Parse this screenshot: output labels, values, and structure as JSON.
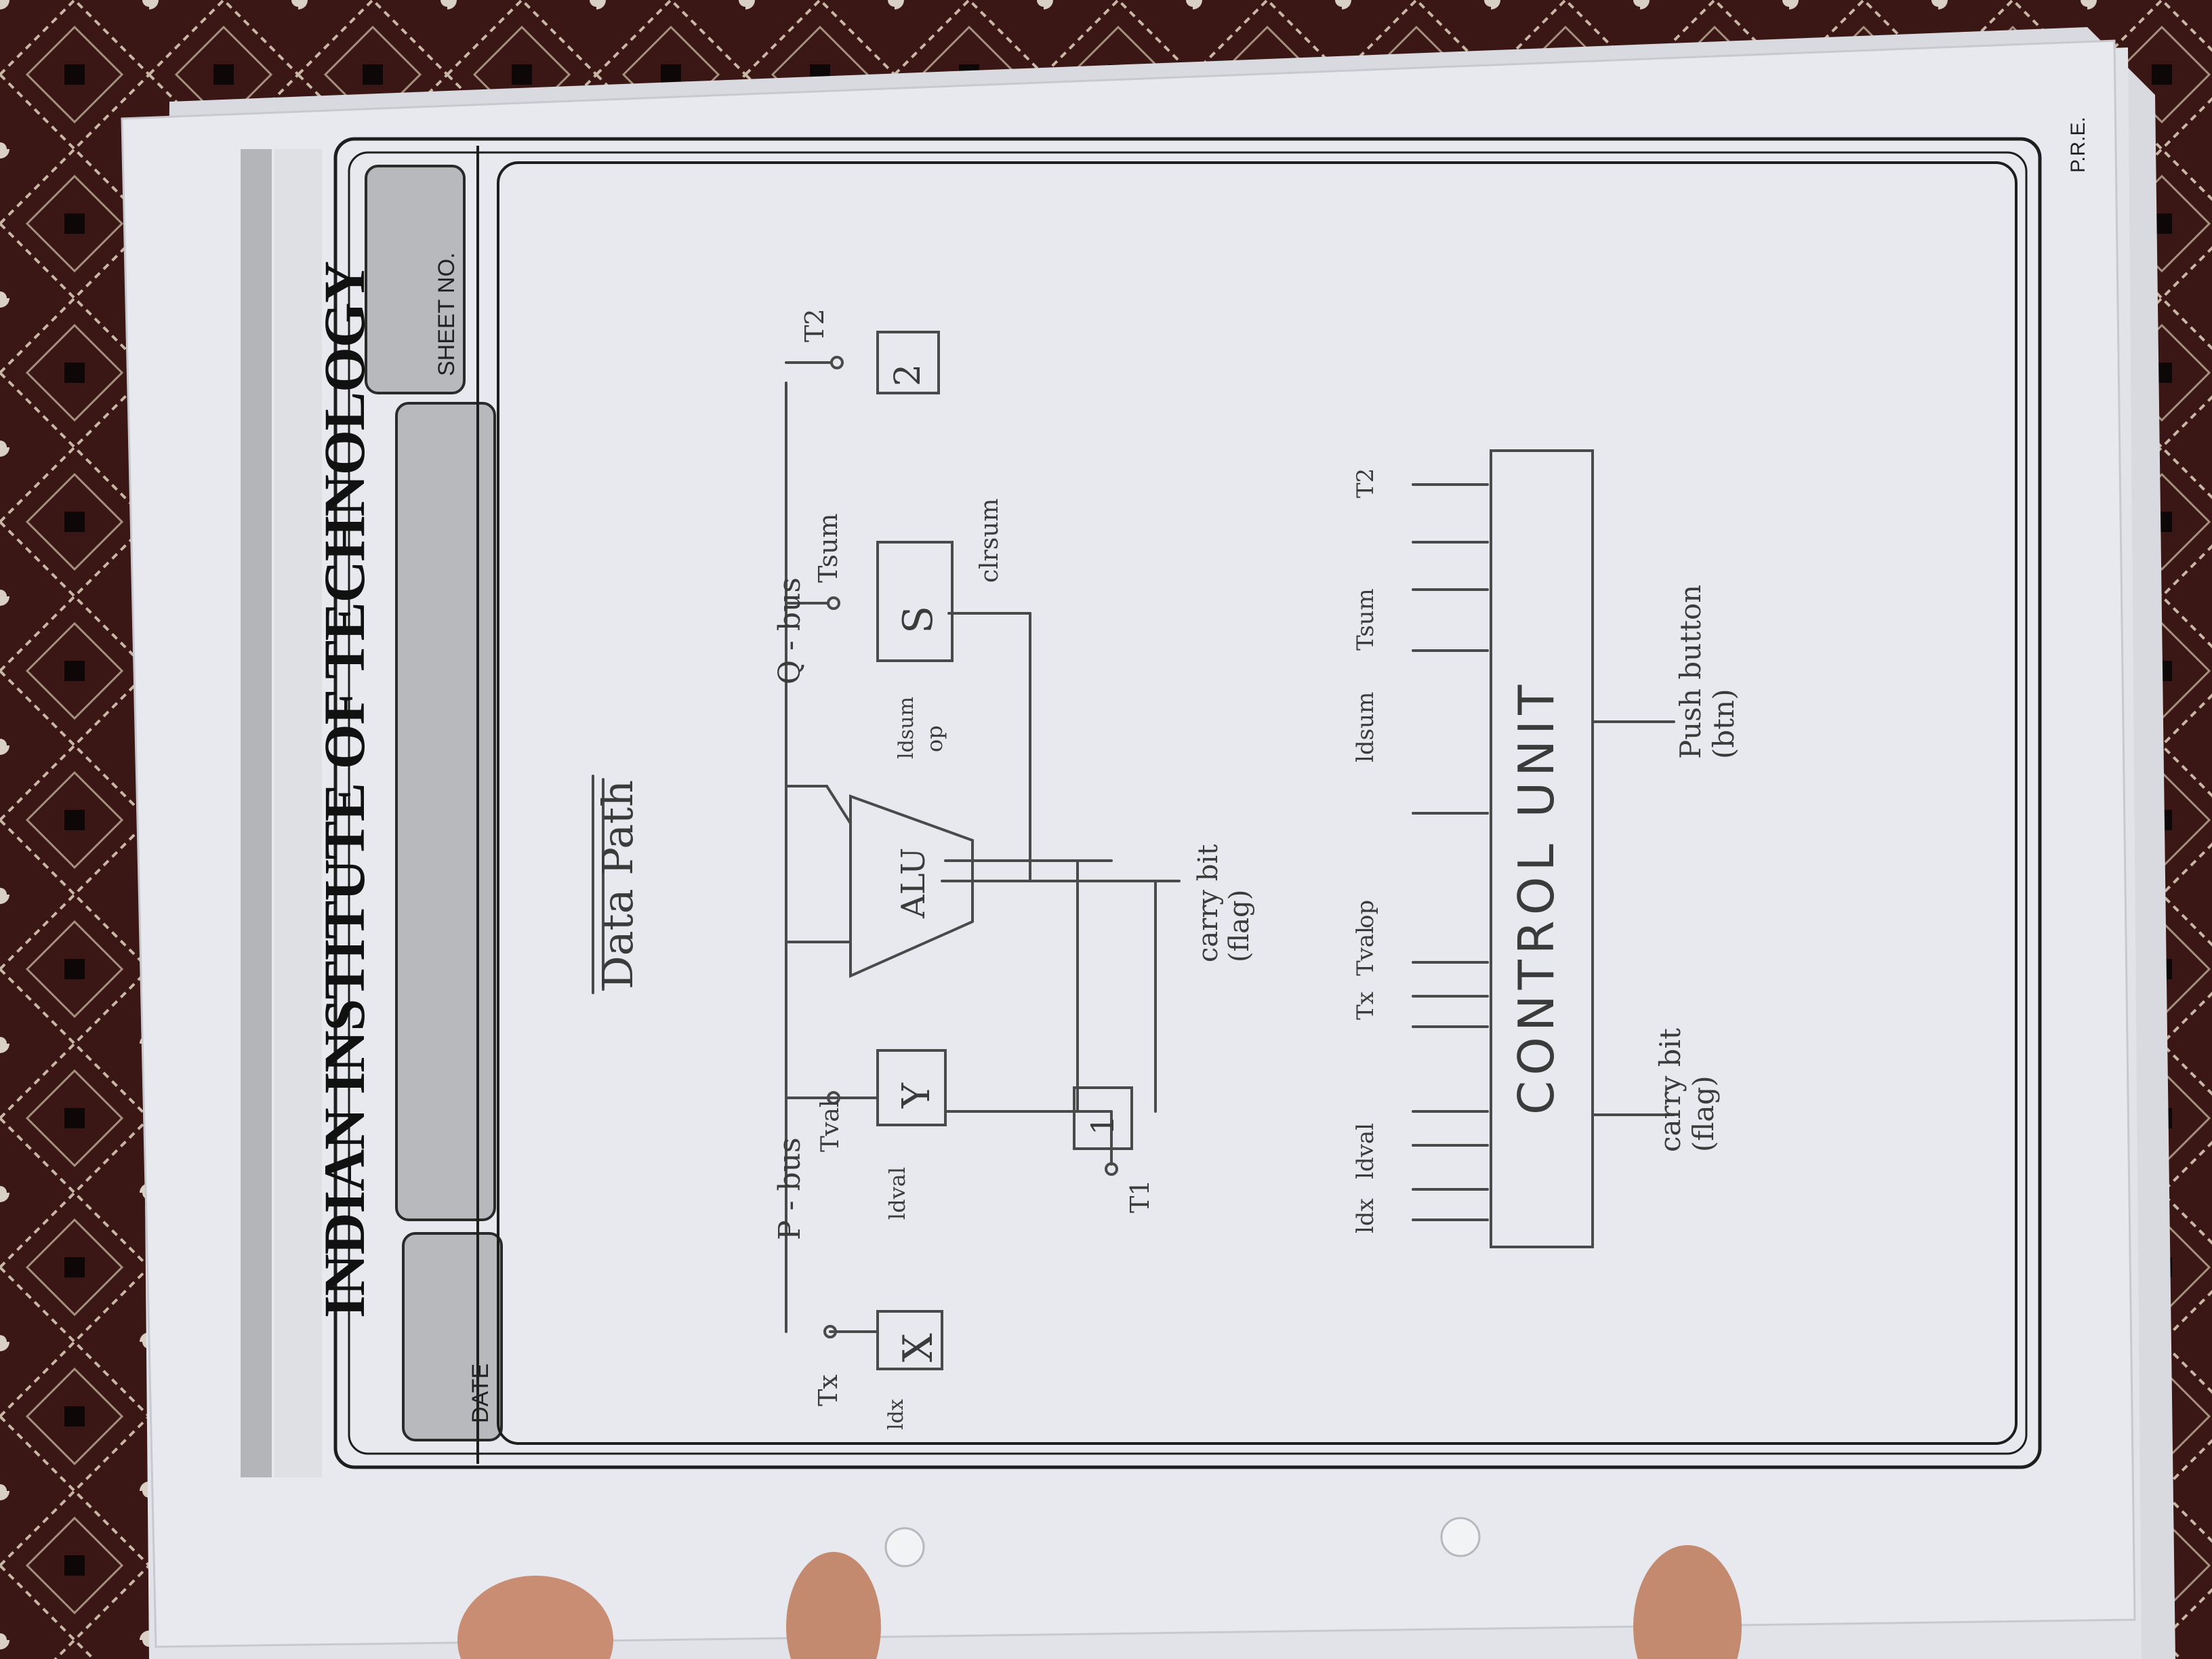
{
  "sheet": {
    "title": "INDIAN INSTITUTE OF TECHNOLOGY",
    "date_label": "DATE",
    "sheet_no_label": "SHEET NO.",
    "corner_mark": "P.R.E."
  },
  "diagram": {
    "heading": "Data Path",
    "buses": {
      "p_bus": "P - bus",
      "q_bus": "Q - bus"
    },
    "registers": {
      "x": "X",
      "y": "Y",
      "s": "S",
      "one": "1",
      "two": "2"
    },
    "alu": "ALU",
    "control_unit": "CONTROL   UNIT",
    "labels": {
      "tx": "Tx",
      "ldx": "ldx",
      "tval": "Tval",
      "ldval": "ldval",
      "t1": "T1",
      "t2": "T2",
      "tsum": "Tsum",
      "ldsum": "ldsum",
      "clrsum": "clrsum",
      "op": "op",
      "carry_bit_flag": "carry bit (flag)",
      "push_button": "Push button (btn)"
    },
    "control_signals": [
      "ldx",
      "Tx",
      "ldval",
      "Tval",
      "T1",
      "Tx",
      "Tval",
      "op",
      "ldsum",
      "Tsum",
      "T2"
    ]
  }
}
